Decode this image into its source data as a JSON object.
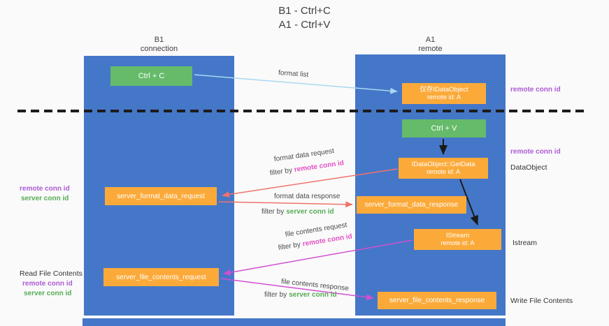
{
  "title": {
    "line1": "B1 - Ctrl+C",
    "line2": "A1 - Ctrl+V"
  },
  "lifelines": {
    "left": {
      "name": "B1",
      "role": "connection"
    },
    "right": {
      "name": "A1",
      "role": "remote"
    }
  },
  "boxes": {
    "ctrl_c": {
      "label": "Ctrl + C"
    },
    "ctrl_v": {
      "label": "Ctrl + V"
    },
    "idataobject": {
      "line1": "仅存IDataObject",
      "line2": "remote id: A"
    },
    "getdata": {
      "line1": "IDataObject::GetData",
      "line2": "remote id: A"
    },
    "istream": {
      "line1": "IStream",
      "line2": "remote id: A"
    },
    "format_request": {
      "label": "server_format_data_request"
    },
    "format_response": {
      "label": "server_format_data_response"
    },
    "file_request": {
      "label": "server_file_contents_request"
    },
    "file_response": {
      "label": "server_file_contents_response"
    }
  },
  "arrow_labels": {
    "format_list": "format list",
    "format_data_request": "format data request",
    "format_data_response": "format data response",
    "file_contents_request": "file contents request",
    "file_contents_response": "file contents response"
  },
  "terms": {
    "filter_by": "filter by",
    "remote_conn_id": "remote conn id",
    "server_conn_id": "server conn id"
  },
  "side_labels": {
    "dataobject": "DataObject",
    "istream": "Istream",
    "read_file_contents": "Read File Contents",
    "write_file_contents": "Write File Contents"
  },
  "colors": {
    "lifeline_blue": "#4577c8",
    "box_green": "#66bb6a",
    "box_orange": "#fbaa3a",
    "purple_text": "#ad5bd5",
    "green_text": "#56ab56",
    "pink_text": "#e34fc4",
    "arrow_light_blue": "#a8d8f0",
    "arrow_salmon": "#f2736b",
    "arrow_magenta": "#d24fd2",
    "arrow_black": "#1a1a1a"
  }
}
